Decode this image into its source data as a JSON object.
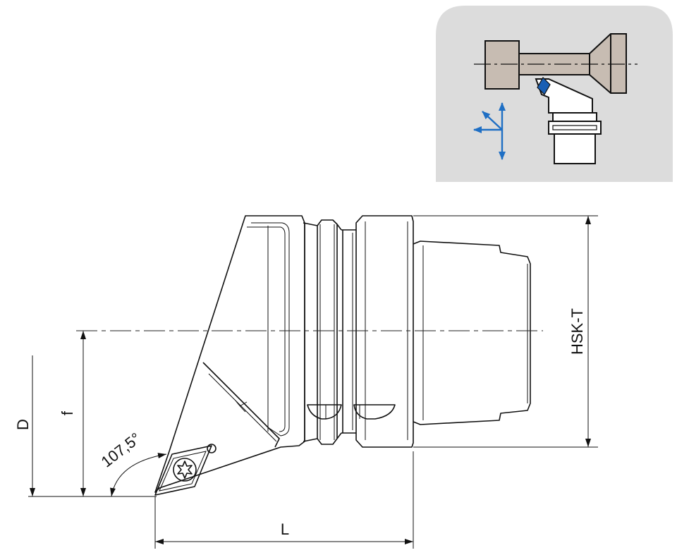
{
  "labels": {
    "length": "L",
    "diameter": "D",
    "offset": "f",
    "interface": "HSK-T",
    "angle": "107,5°"
  },
  "colors": {
    "inset_background": "#dcdcdc",
    "inset_part": "#c7bcb2",
    "insert_blue": "#1a5fb4",
    "arrow_blue": "#1f6fc4",
    "ink": "#111111"
  },
  "icons": {
    "inset": "machining-setup-icon",
    "insert_screw": "torx-screw-icon",
    "feed_arrows": "feed-direction-arrows-icon"
  }
}
